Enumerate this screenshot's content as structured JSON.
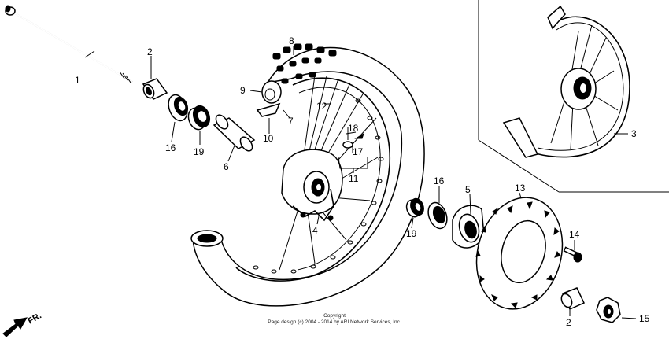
{
  "callouts": [
    "1",
    "2",
    "16",
    "19",
    "6",
    "8",
    "9",
    "7",
    "10",
    "12",
    "18",
    "17",
    "11",
    "4",
    "16",
    "5",
    "19",
    "13",
    "14",
    "2",
    "15",
    "3"
  ],
  "front_label": "FR.",
  "copyright": {
    "line1": "Copyright",
    "line2": "Page design (c) 2004 - 2014 by ARI Network Services, Inc."
  }
}
